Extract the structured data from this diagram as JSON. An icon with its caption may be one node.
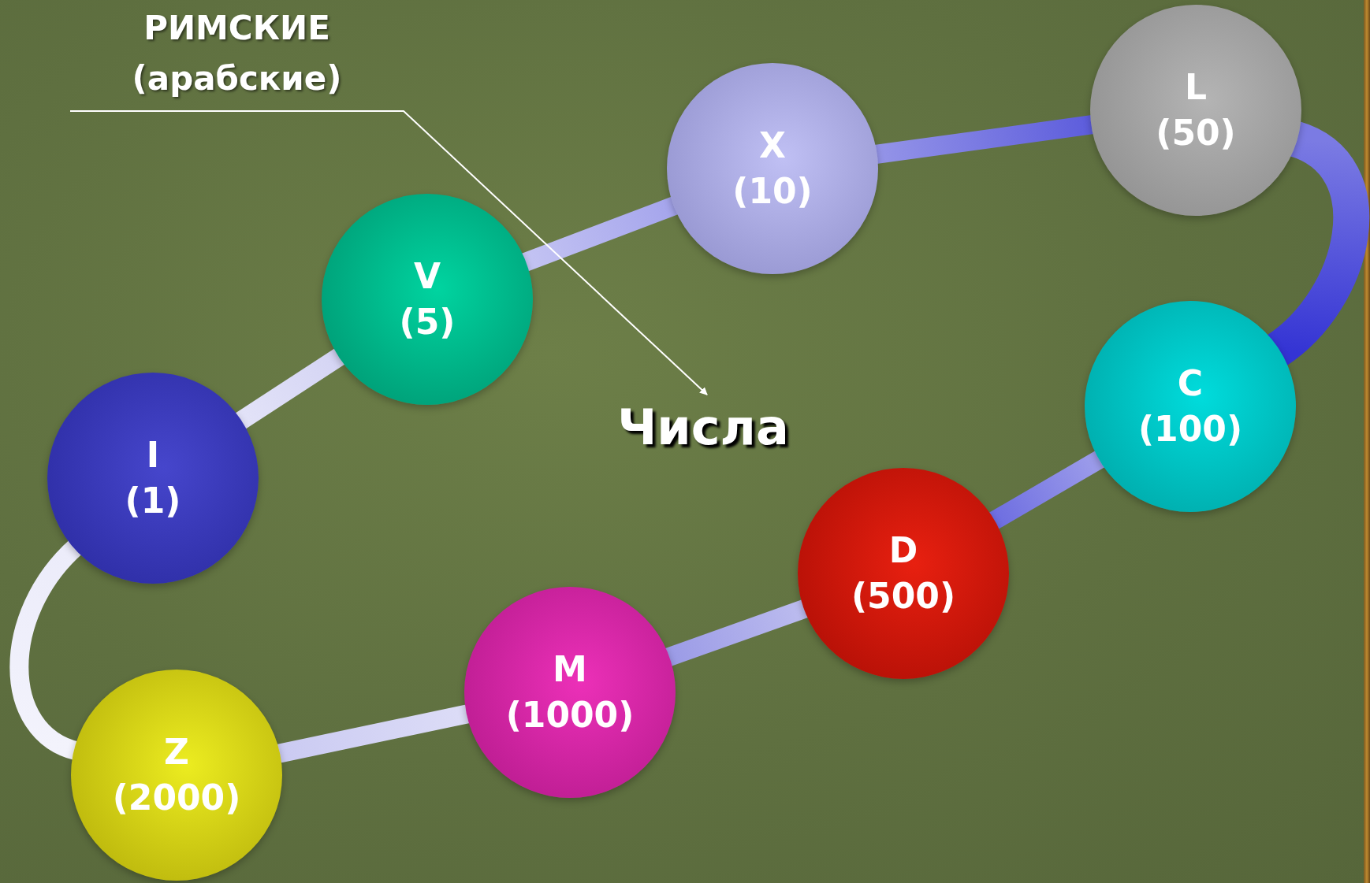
{
  "diagram": {
    "nodes": [
      {
        "text": [
          "РИМСКИЕ (арабские)"
        ]
      },
      {
        "text": [
          "I",
          "(1)"
        ]
      },
      {
        "text": [
          "V",
          "(5)"
        ]
      },
      {
        "text": [
          "X",
          "(10)"
        ]
      },
      {
        "text": [
          "L",
          "(50)"
        ]
      },
      {
        "text": [
          "C",
          "(100)"
        ]
      },
      {
        "text": [
          "D",
          "(500)"
        ]
      },
      {
        "text": [
          "M",
          "(1000)"
        ]
      },
      {
        "text": [
          "Z",
          "(2000)"
        ]
      },
      {
        "text": [
          "Числа"
        ]
      }
    ],
    "edges": [
      {
        "from": 1,
        "to": 2,
        "arrow": "none",
        "color": "#d4d4f4"
      },
      {
        "from": 2,
        "to": 3,
        "arrow": "none",
        "color": "#a4a4ec"
      },
      {
        "from": 3,
        "to": 4,
        "arrow": "none",
        "color": "#5c5cdc"
      },
      {
        "from": 4,
        "to": 5,
        "arrow": "none",
        "style": "thick",
        "color": "#3434d4"
      },
      {
        "from": 5,
        "to": 6,
        "arrow": "none",
        "color": "#6c6ce0"
      },
      {
        "from": 6,
        "to": 7,
        "arrow": "none",
        "color": "#9a9ae6"
      },
      {
        "from": 7,
        "to": 8,
        "arrow": "none",
        "color": "#cacaf2"
      },
      {
        "from": 8,
        "to": 1,
        "arrow": "none",
        "color": "#ececfa"
      },
      {
        "from": 0,
        "to": 9,
        "arrow": "to",
        "color": "#ffffff"
      }
    ]
  }
}
